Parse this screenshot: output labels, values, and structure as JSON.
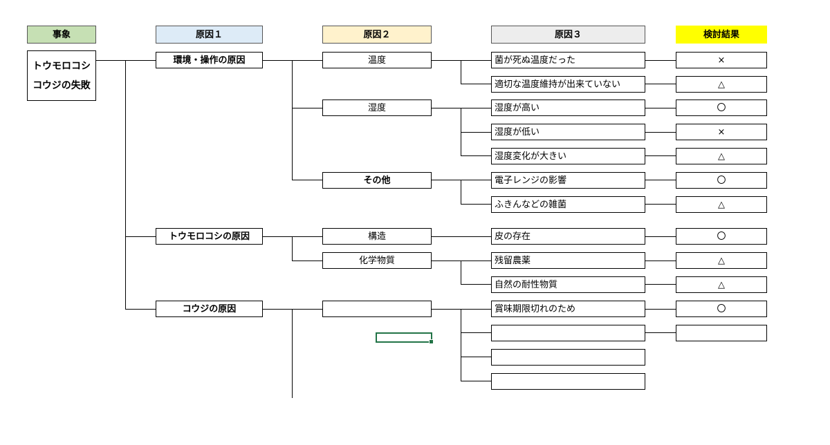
{
  "headers": {
    "event": "事象",
    "cause1": "原因１",
    "cause2": "原因２",
    "cause3": "原因３",
    "result": "検討結果"
  },
  "colors": {
    "event_header": "#c6e0b4",
    "cause1_header": "#ddebf7",
    "cause2_header": "#fff2cc",
    "cause3_header": "#ededed",
    "result_header": "#ffff00",
    "lines": "#000000",
    "selection": "#217346"
  },
  "event": {
    "line1": "トウモロコシ",
    "line2": "コウジの失敗"
  },
  "cause1": [
    {
      "label": "環境・操作の原因"
    },
    {
      "label": "トウモロコシの原因"
    },
    {
      "label": "コウジの原因"
    }
  ],
  "cause2": [
    {
      "label": "温度"
    },
    {
      "label": "湿度"
    },
    {
      "label": "その他"
    },
    {
      "label": "構造"
    },
    {
      "label": "化学物質"
    },
    {
      "label": ""
    }
  ],
  "cause3": [
    {
      "label": "菌が死ぬ温度だった"
    },
    {
      "label": "適切な温度維持が出来ていない"
    },
    {
      "label": "湿度が高い"
    },
    {
      "label": "湿度が低い"
    },
    {
      "label": "湿度変化が大きい"
    },
    {
      "label": "電子レンジの影響"
    },
    {
      "label": "ふきんなどの雑菌"
    },
    {
      "label": "皮の存在"
    },
    {
      "label": "残留農薬"
    },
    {
      "label": "自然の耐性物質"
    },
    {
      "label": "賞味期限切れのため"
    },
    {
      "label": ""
    },
    {
      "label": ""
    },
    {
      "label": ""
    }
  ],
  "results": [
    {
      "mark": "×"
    },
    {
      "mark": "△"
    },
    {
      "mark": "〇"
    },
    {
      "mark": "×"
    },
    {
      "mark": "△"
    },
    {
      "mark": "〇"
    },
    {
      "mark": "△"
    },
    {
      "mark": "〇"
    },
    {
      "mark": "△"
    },
    {
      "mark": "△"
    },
    {
      "mark": "〇"
    },
    {
      "mark": ""
    }
  ]
}
